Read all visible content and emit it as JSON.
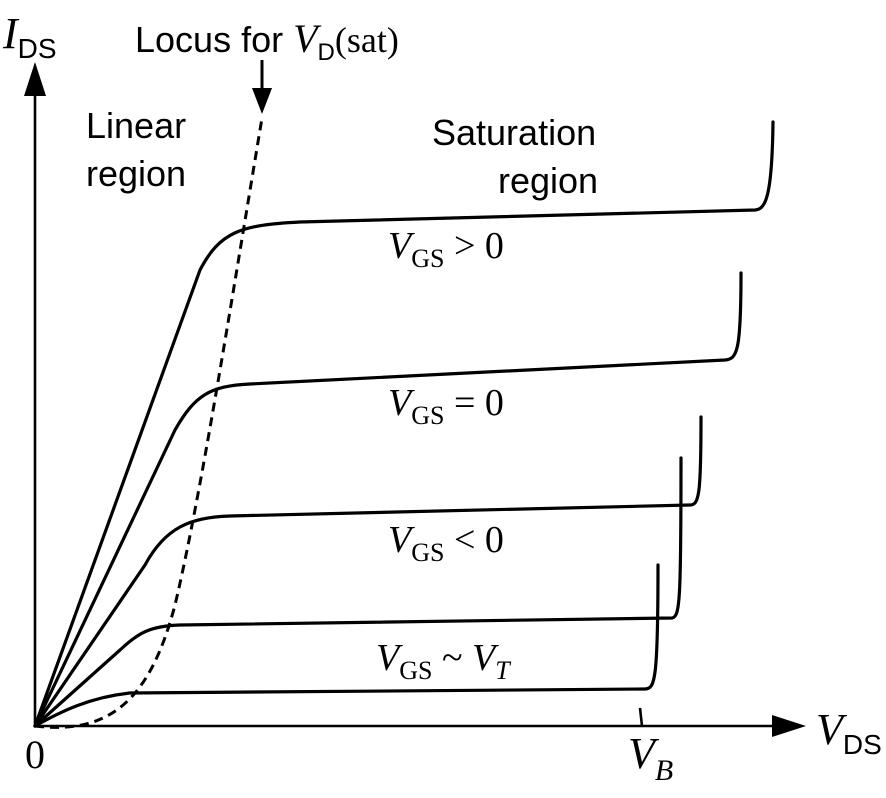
{
  "axes": {
    "y_label": {
      "main": "I",
      "sub": "DS"
    },
    "x_label": {
      "main": "V",
      "sub": "DS"
    },
    "origin_label": "0",
    "breakdown_label": {
      "main": "V",
      "sub": "B"
    }
  },
  "regions": {
    "linear": {
      "line1": "Linear",
      "line2": "region"
    },
    "saturation": {
      "line1": "Saturation",
      "line2": "region"
    }
  },
  "locus": {
    "prefix": "Locus for ",
    "main": "V",
    "sub": "D",
    "suffix": "(sat)"
  },
  "curves": [
    {
      "main": "V",
      "sub": "GS",
      "rel": " > 0"
    },
    {
      "main": "V",
      "sub": "GS",
      "rel": " = 0"
    },
    {
      "main": "V",
      "sub": "GS",
      "rel": " < 0"
    },
    {
      "main": "V",
      "sub": "GS",
      "rel": " ~ ",
      "main2": "V",
      "sub2": "T"
    }
  ]
}
